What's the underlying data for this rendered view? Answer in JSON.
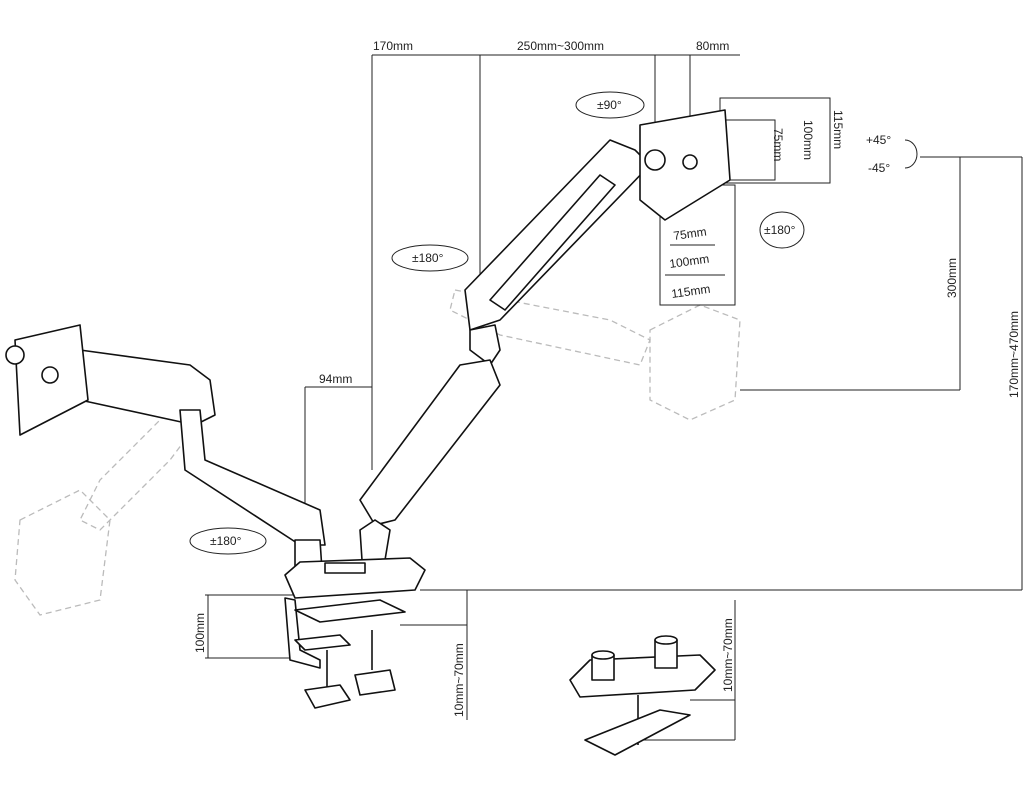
{
  "title": "Dual monitor arm dimension diagram",
  "dimensions": {
    "top_offset": "170mm",
    "arm_length": "250mm~300mm",
    "head_offset": "80mm",
    "vesa_v_115": "115mm",
    "vesa_v_100": "100mm",
    "vesa_v_75": "75mm",
    "vesa_h_75": "75mm",
    "vesa_h_100": "100mm",
    "vesa_h_115": "115mm",
    "vertical_travel": "300mm",
    "height_range": "170mm~470mm",
    "pole_offset": "94mm",
    "clamp_height": "100mm",
    "clamp_thickness": "10mm~70mm",
    "grommet_thickness": "10mm~70mm"
  },
  "rotations": {
    "head_swivel": "±90°",
    "tilt_up": "+45°",
    "tilt_down": "-45°",
    "upper_arm": "±180°",
    "screen_rotation": "±180°",
    "left_arm": "±180°"
  }
}
